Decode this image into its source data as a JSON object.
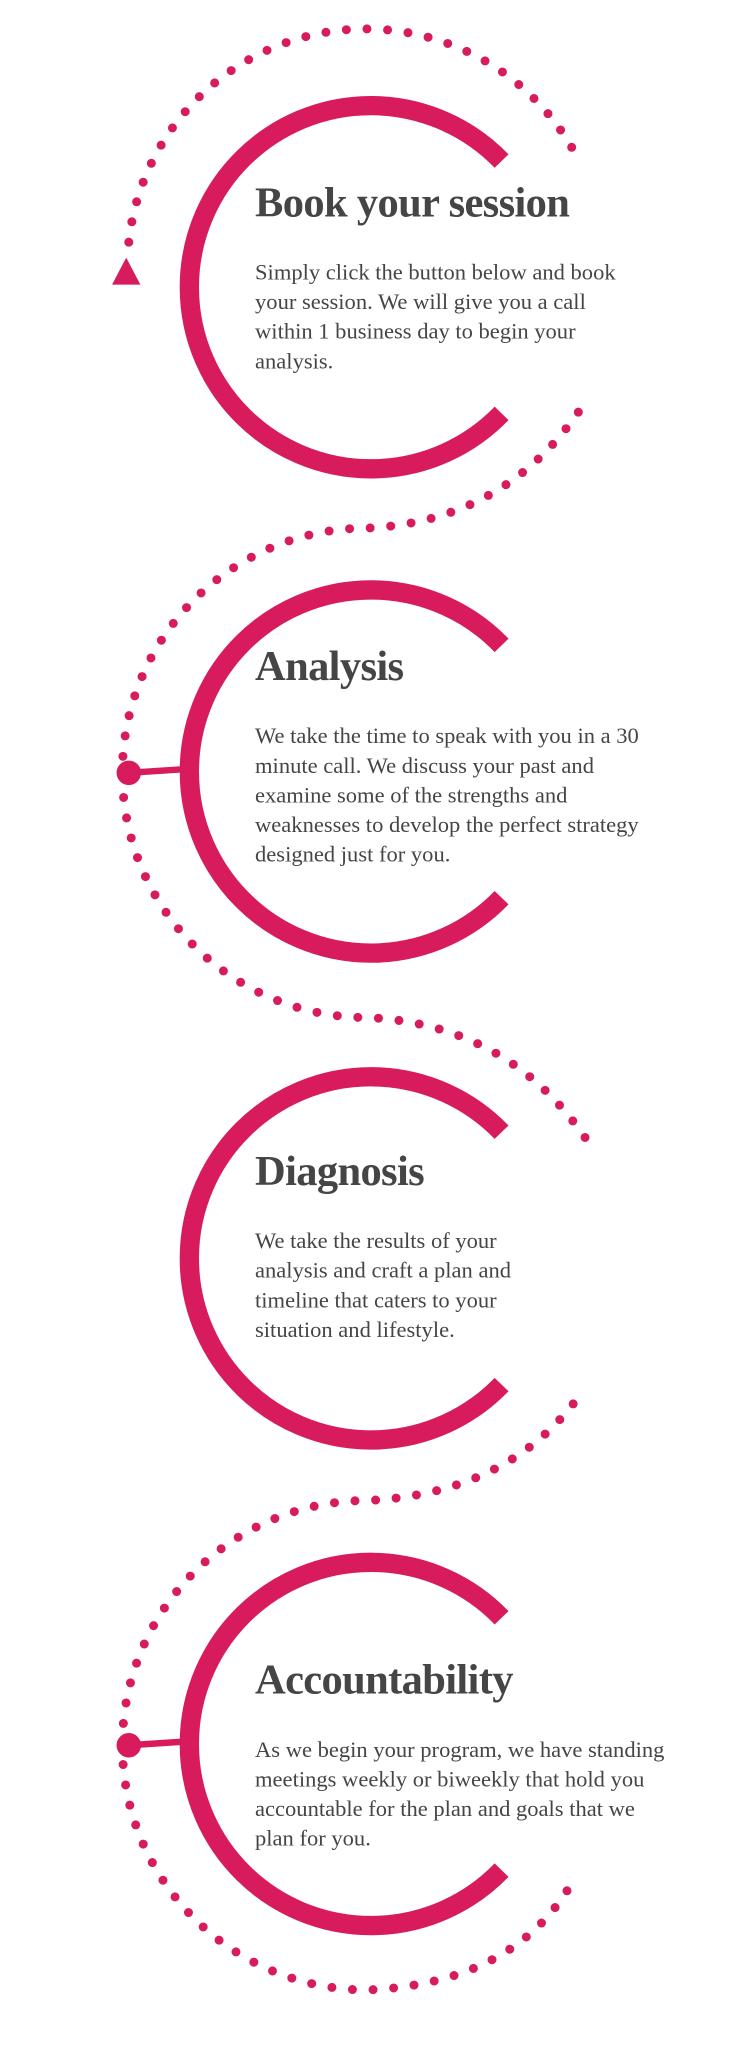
{
  "colors": {
    "accent": "#d81b5c",
    "text": "#454545"
  },
  "steps": [
    {
      "title": "Book your session",
      "body": "Simply click the button below and book your session. We will give you a call within 1 business day to begin your analysis."
    },
    {
      "title": "Analysis",
      "body": "We take the time to speak with you in a 30 minute call. We discuss your past and examine some of the strengths and weaknesses to develop the perfect strategy designed just for you."
    },
    {
      "title": "Diagnosis",
      "body": "We take the results of your analysis and craft a plan and timeline that caters to your situation and lifestyle."
    },
    {
      "title": "Accountability",
      "body": "As we begin your program, we have standing meetings weekly or biweekly that hold you accountable for the plan and goals that we plan for you."
    }
  ]
}
